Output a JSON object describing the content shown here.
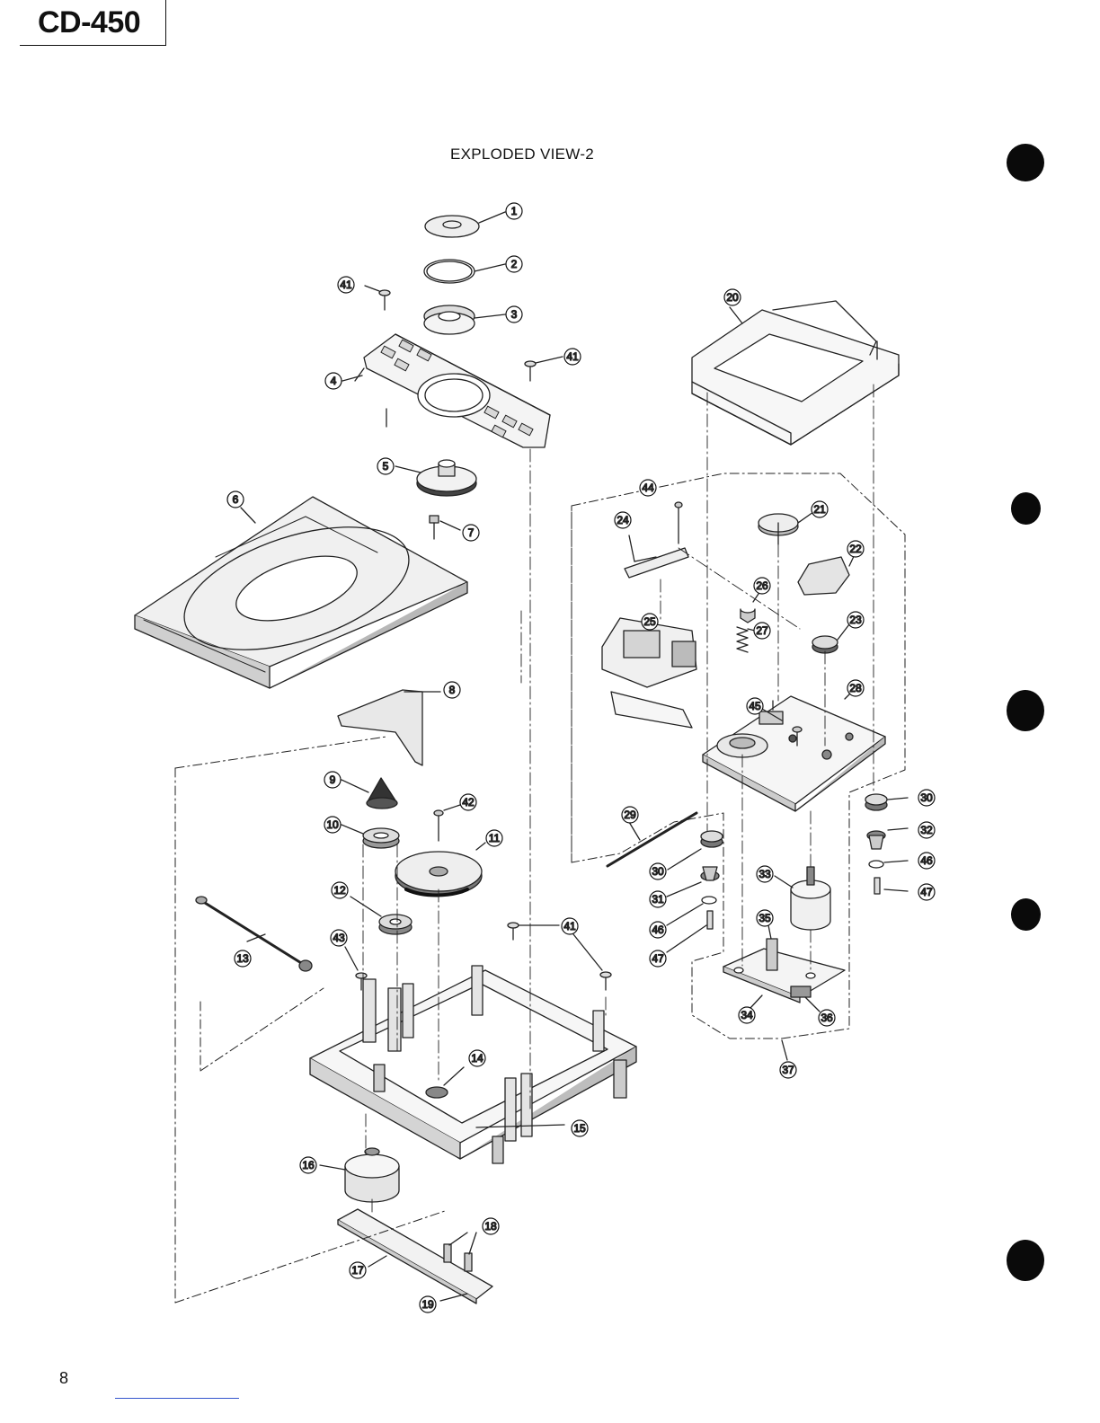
{
  "header": {
    "model": "CD-450"
  },
  "title": "EXPLODED VIEW-2",
  "footer": {
    "page_number": "8"
  },
  "part_labels": {
    "p1": "1",
    "p2": "2",
    "p3": "3",
    "p4": "4",
    "p5": "5",
    "p6": "6",
    "p7": "7",
    "p8": "8",
    "p9": "9",
    "p10": "10",
    "p11": "11",
    "p12": "12",
    "p13": "13",
    "p14": "14",
    "p15": "15",
    "p16": "16",
    "p17": "17",
    "p18": "18",
    "p19": "19",
    "p20": "20",
    "p21": "21",
    "p22": "22",
    "p23": "23",
    "p24": "24",
    "p25": "25",
    "p26": "26",
    "p27": "27",
    "p28": "28",
    "p29": "29",
    "p30a": "30",
    "p30b": "30",
    "p31": "31",
    "p32": "32",
    "p33": "33",
    "p34": "34",
    "p35": "35",
    "p36": "36",
    "p37": "37",
    "p41a": "41",
    "p41b": "41",
    "p41c": "41",
    "p42": "42",
    "p43": "43",
    "p44": "44",
    "p45": "45",
    "p46a": "46",
    "p46b": "46",
    "p47a": "47",
    "p47b": "47"
  }
}
